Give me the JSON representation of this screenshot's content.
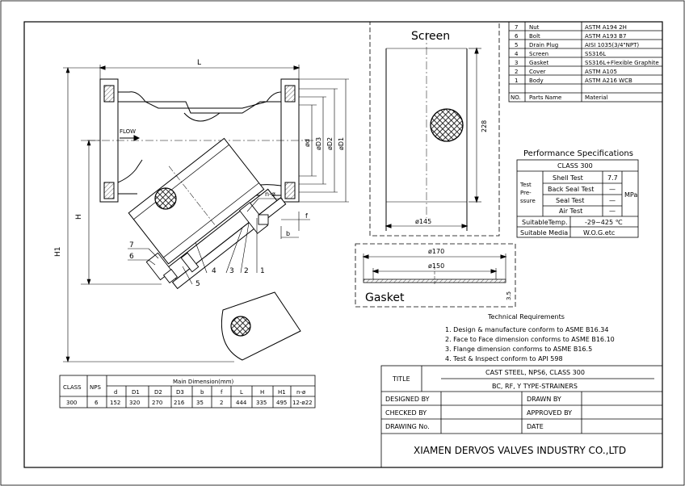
{
  "drawing": {
    "flow_label": "FLOW",
    "dim_L": "L",
    "dim_H": "H",
    "dim_H1": "H1",
    "dim_d": "ød",
    "dim_D3": "øD3",
    "dim_D2": "øD2",
    "dim_D1": "øD1",
    "dim_nphi": "n-ø",
    "dim_f": "f",
    "dim_b": "b",
    "callouts": [
      "7",
      "6",
      "5",
      "4",
      "3",
      "2",
      "1"
    ]
  },
  "screen_view": {
    "title": "Screen",
    "dim_height": "228",
    "dim_width": "ø145"
  },
  "gasket_view": {
    "title": "Gasket",
    "dim_outer": "ø170",
    "dim_inner": "ø150",
    "dim_thickness": "3.5"
  },
  "parts": {
    "header": [
      "NO.",
      "Parts Name",
      "Material"
    ],
    "rows": [
      [
        "7",
        "Nut",
        "ASTM A194 2H"
      ],
      [
        "6",
        "Bolt",
        "ASTM A193 B7"
      ],
      [
        "5",
        "Drain Plug",
        "AISI 1035(3/4\"NPT)"
      ],
      [
        "4",
        "Screen",
        "SS316L"
      ],
      [
        "3",
        "Gasket",
        "SS316L+Flexible Graphite"
      ],
      [
        "2",
        "Cover",
        "ASTM A105"
      ],
      [
        "1",
        "Body",
        "ASTM A216 WCB"
      ]
    ]
  },
  "performance": {
    "title": "Performance Specifications",
    "class": "CLASS 300",
    "test_label_lines": [
      "Test",
      "Pre-",
      "ssure"
    ],
    "tests": [
      {
        "name": "Shell Test",
        "value": "7.7"
      },
      {
        "name": "Back Seal Test",
        "value": "—"
      },
      {
        "name": "Seal Test",
        "value": "—"
      },
      {
        "name": "Air Test",
        "value": "—"
      }
    ],
    "unit": "MPa",
    "temp_label": "SuitableTemp.",
    "temp_value": "-29~425 ℃",
    "media_label": "Suitable Media",
    "media_value": "W.O.G.etc"
  },
  "technical": {
    "title": "Technical Requirements",
    "items": [
      "1. Design & manufacture conform to ASME B16.34",
      "2. Face to Face dimension conforms to ASME B16.10",
      "3. Flange dimension conforms to ASME B16.5",
      "4. Test & Inspect conform to API 598"
    ]
  },
  "dimensions": {
    "class_label": "CLASS",
    "nps_label": "NPS",
    "group_label": "Main Dimension(mm)",
    "columns": [
      "d",
      "D1",
      "D2",
      "D3",
      "b",
      "f",
      "L",
      "H",
      "H1",
      "n-ø"
    ],
    "class_value": "300",
    "nps_value": "6",
    "values": [
      "152",
      "320",
      "270",
      "216",
      "35",
      "2",
      "444",
      "335",
      "495",
      "12-ø22"
    ]
  },
  "title_block": {
    "title_label": "TITLE",
    "title_line1": "CAST STEEL, NPS6, CLASS 300",
    "title_line2": "BC, RF, Y TYPE-STRAINERS",
    "designed_by": "DESIGNED BY",
    "drawn_by": "DRAWN BY",
    "checked_by": "CHECKED BY",
    "approved_by": "APPROVED BY",
    "drawing_no": "DRAWING No.",
    "date": "DATE",
    "company": "XIAMEN DERVOS VALVES INDUSTRY CO.,LTD"
  }
}
